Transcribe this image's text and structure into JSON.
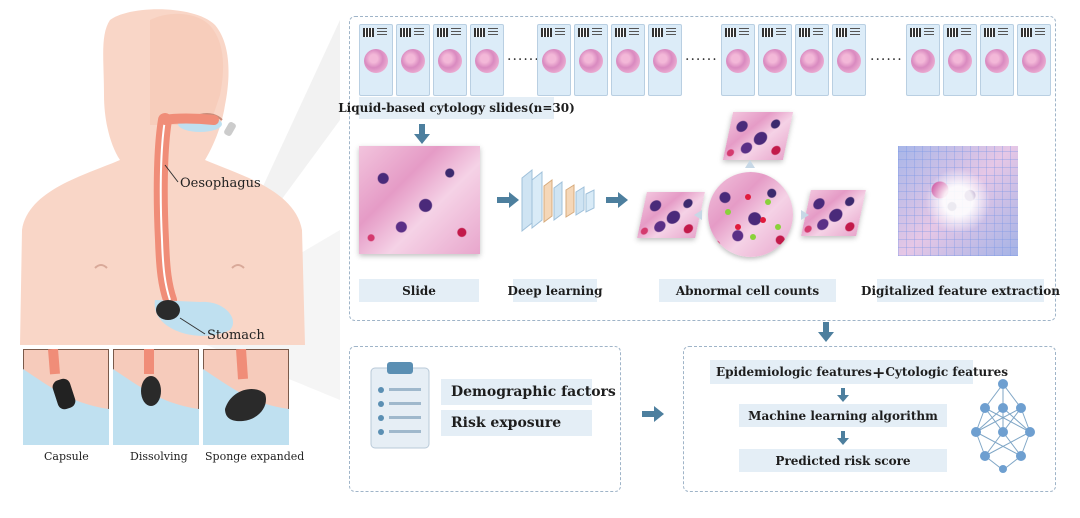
{
  "left": {
    "labels": {
      "oesophagus": "Oesophagus",
      "stomach": "Stomach"
    },
    "insets": [
      {
        "caption": "Capsule"
      },
      {
        "caption": "Dissolving"
      },
      {
        "caption": "Sponge expanded"
      }
    ]
  },
  "top_panel": {
    "ellipsis": "......",
    "slides_label": "Liquid-based cytology slides(n=30)",
    "stages": [
      {
        "label": "Slide"
      },
      {
        "label": "Deep learning"
      },
      {
        "label": "Abnormal cell counts"
      },
      {
        "label": "Digitalized feature extraction"
      }
    ]
  },
  "bottom_left": {
    "items": [
      "Demographic factors",
      "Risk exposure"
    ]
  },
  "bottom_right": {
    "feature_a": "Epidemiologic features",
    "plus": "+",
    "feature_b": "Cytologic features",
    "algorithm": "Machine learning algorithm",
    "output": "Predicted risk score"
  },
  "colors": {
    "accent": "#4d7f9e",
    "box": "#e4eef6",
    "panel_border": "#9fb4c8",
    "body": "#f9d2c2"
  }
}
